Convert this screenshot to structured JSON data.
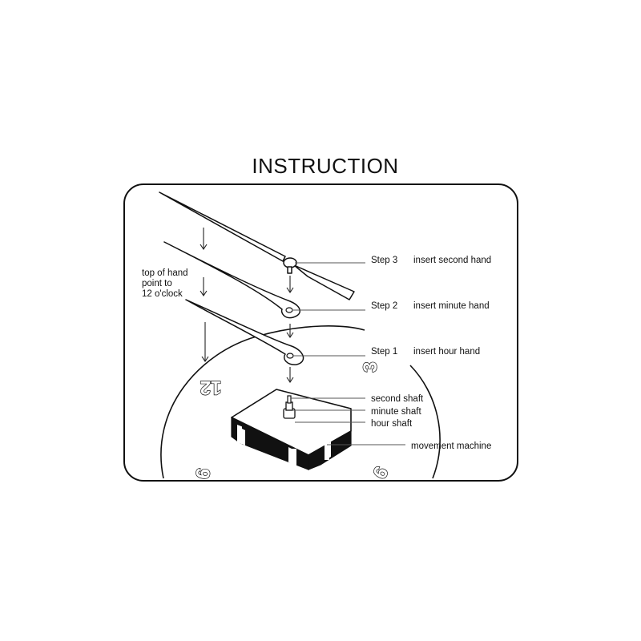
{
  "title": "INSTRUCTION",
  "note": {
    "line1": "top of hand",
    "line2": "point to",
    "line3": "12 o'clock"
  },
  "steps": [
    {
      "step": "Step 3",
      "action": "insert second hand"
    },
    {
      "step": "Step 2",
      "action": "insert minute hand"
    },
    {
      "step": "Step 1",
      "action": "insert hour hand"
    }
  ],
  "parts": {
    "second_shaft": "second shaft",
    "minute_shaft": "minute shaft",
    "hour_shaft": "hour shaft",
    "movement": "movement machine"
  },
  "numerals": {
    "twelve": "12",
    "three": "3",
    "six": "6",
    "nine": "9"
  },
  "colors": {
    "ink": "#111111",
    "paper": "#ffffff"
  }
}
